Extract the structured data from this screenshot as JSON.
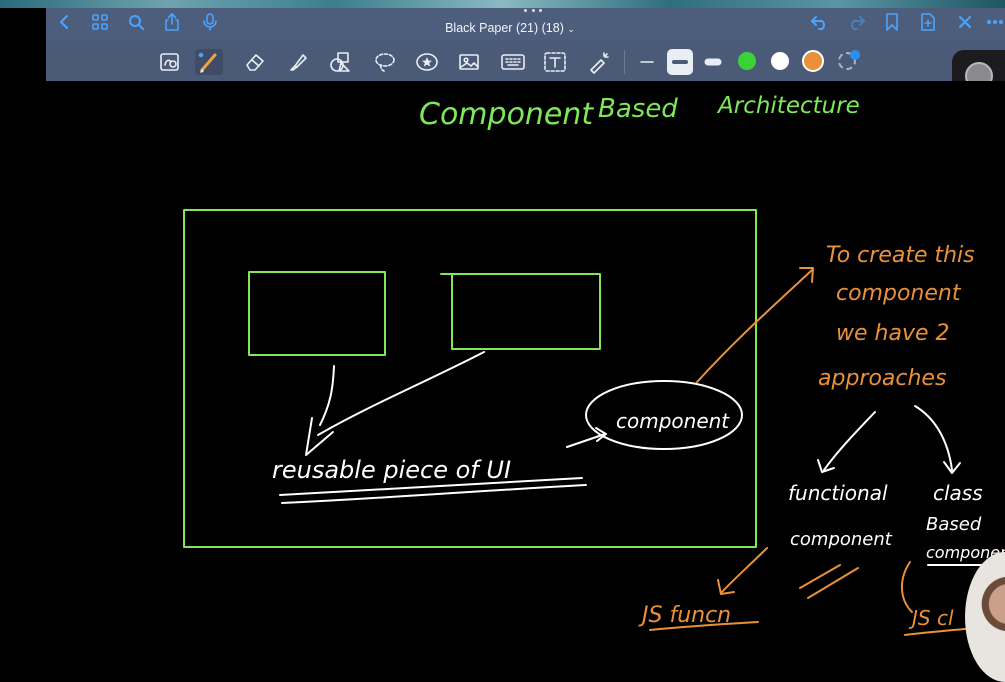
{
  "document": {
    "title": "Black Paper (21) (18)"
  },
  "colors": {
    "green_ink": "#7ee85a",
    "white_ink": "#ffffff",
    "orange_ink": "#e9913a",
    "topbar": "#4d5e7d",
    "accent": "#4aa3ff"
  },
  "topbar_icons": [
    "back-chevron-icon",
    "grid-icon",
    "search-icon",
    "share-icon",
    "microphone-icon",
    "undo-icon",
    "redo-icon",
    "bookmark-icon",
    "add-page-icon",
    "close-icon",
    "more-icon"
  ],
  "tools": [
    "lasso-page-icon",
    "pen-icon",
    "eraser-icon",
    "highlighter-icon",
    "shapes-icon",
    "lasso-icon",
    "sticker-icon",
    "image-icon",
    "keyboard-icon",
    "text-icon",
    "laser-pointer-icon"
  ],
  "stroke_sizes": [
    "thin",
    "medium",
    "thick"
  ],
  "palette": [
    "#39d23a",
    "#ffffff",
    "#e9913a",
    "#2b8ff0"
  ],
  "notes": {
    "title_word_1": "Component",
    "title_word_2": "Based",
    "title_word_3": "Architecture",
    "reusable": "reusable  piece of UI",
    "component": "component",
    "to_create": "To create this",
    "component_line": "component",
    "we_have": "we have 2",
    "approaches": "approaches",
    "functional": "functional",
    "functional_2": "component",
    "class": "class",
    "based": "Based",
    "class_component": "component",
    "js_func": "JS funcn",
    "js_class": "JS cl"
  }
}
